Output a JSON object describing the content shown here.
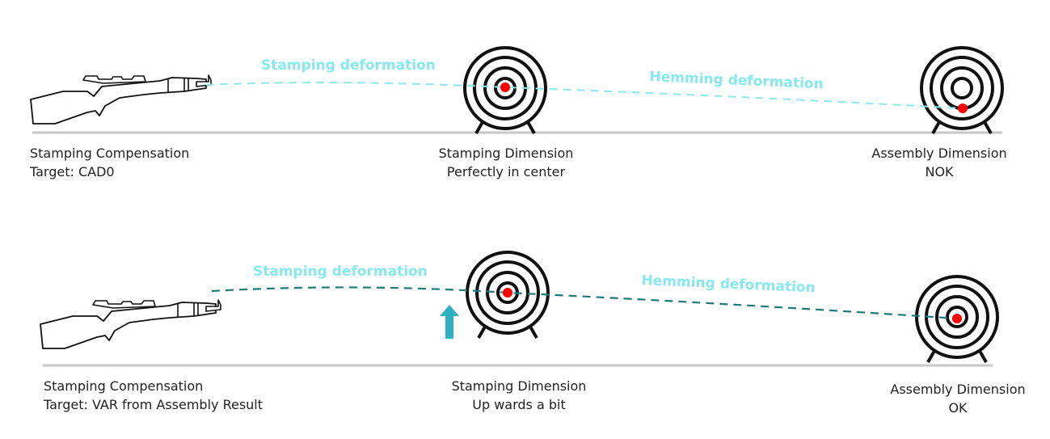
{
  "colors": {
    "light_trajectory": "#8ee8ec",
    "dark_trajectory": "#1f7a7a",
    "label_cyan": "#86e9ef",
    "arrow": "#2fb1c4",
    "bullet": "#ff0000",
    "ground": "#c8c8c8",
    "ink": "#111111"
  },
  "row1": {
    "deformation_label_1": "Stamping deformation",
    "deformation_label_2": "Hemming deformation",
    "gun_caption": [
      "Stamping Compensation",
      "Target: CAD0"
    ],
    "target1_caption": [
      "Stamping Dimension",
      "Perfectly in center"
    ],
    "target2_caption": [
      "Assembly Dimension",
      "NOK"
    ]
  },
  "row2": {
    "deformation_label_1": "Stamping deformation",
    "deformation_label_2": "Hemming deformation",
    "gun_caption": [
      "Stamping Compensation",
      "Target: VAR from Assembly Result"
    ],
    "target1_caption": [
      "Stamping Dimension",
      "Up wards a bit"
    ],
    "target2_caption": [
      "Assembly Dimension",
      "OK"
    ]
  },
  "icons": {
    "gun": "rifle-icon",
    "target": "archery-target-icon",
    "arrow": "up-arrow-icon"
  }
}
